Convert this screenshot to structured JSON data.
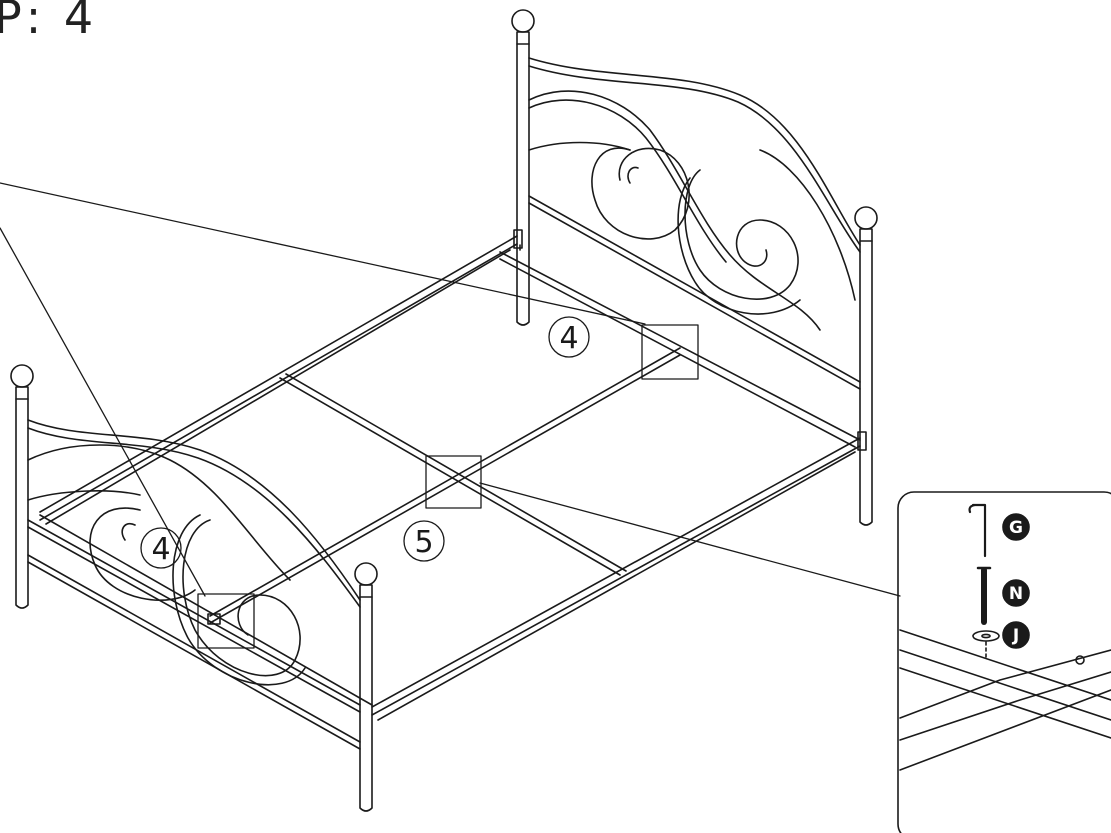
{
  "step": {
    "title": "P: 4"
  },
  "callouts": {
    "rear_joint": "4",
    "front_joint": "4",
    "center_joint": "5"
  },
  "parts": {
    "allen_key": "G",
    "bolt": "N",
    "washer": "J"
  },
  "icons": [
    "allen-key-icon",
    "bolt-icon",
    "washer-icon"
  ]
}
